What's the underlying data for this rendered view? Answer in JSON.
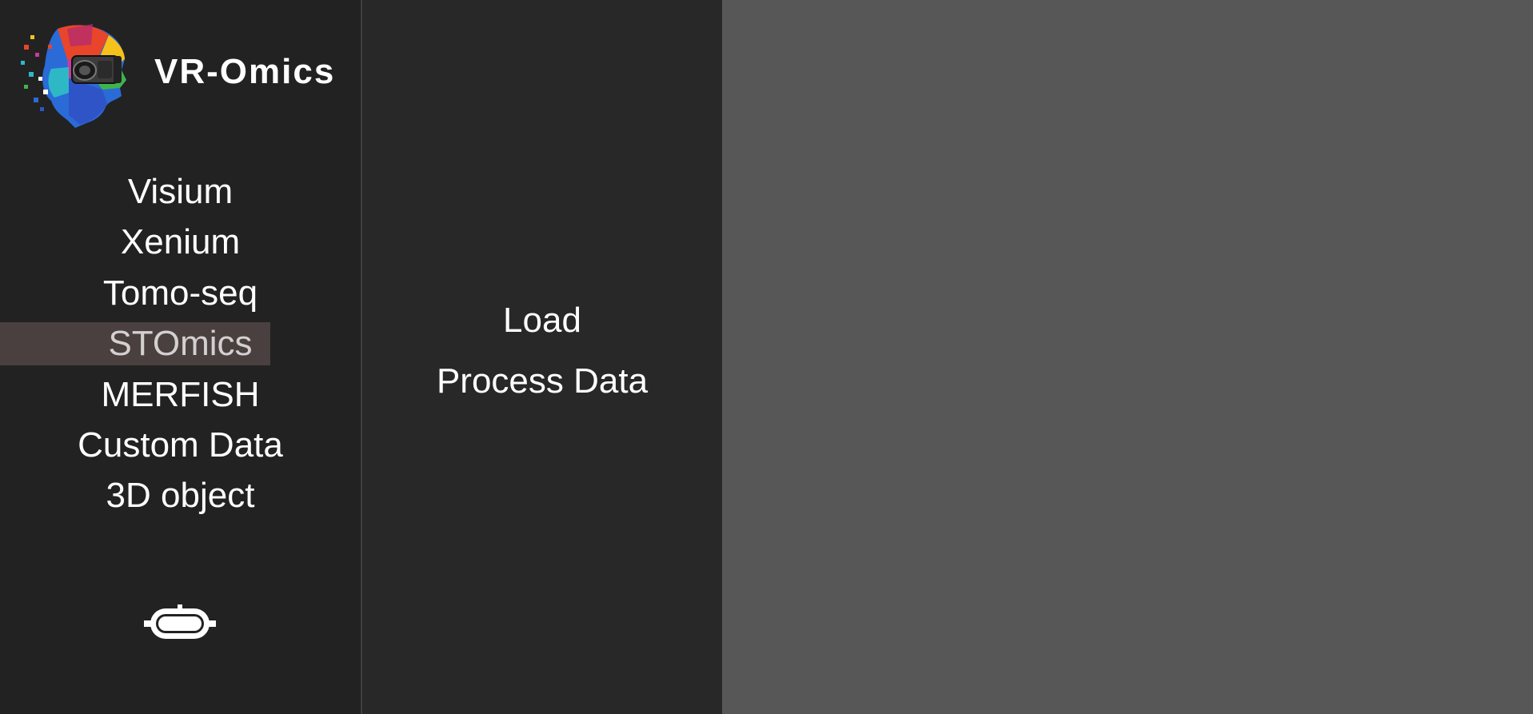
{
  "app": {
    "title": "VR-Omics",
    "logo_icon": "vr-headset-head-logo-icon"
  },
  "sidebar": {
    "items": [
      {
        "label": "Visium"
      },
      {
        "label": "Xenium"
      },
      {
        "label": "Tomo-seq"
      },
      {
        "label": "STOmics",
        "selected": true
      },
      {
        "label": "MERFISH"
      },
      {
        "label": "Custom Data"
      },
      {
        "label": "3D object"
      }
    ],
    "footer_icon": "vr-headset-icon"
  },
  "submenu": {
    "items": [
      {
        "label": "Load"
      },
      {
        "label": "Process Data"
      }
    ]
  },
  "colors": {
    "sidebar_bg": "#222222",
    "submenu_bg": "#282828",
    "workspace_bg": "#575757",
    "selected_bg": "#4a4040",
    "text": "#ffffff"
  }
}
